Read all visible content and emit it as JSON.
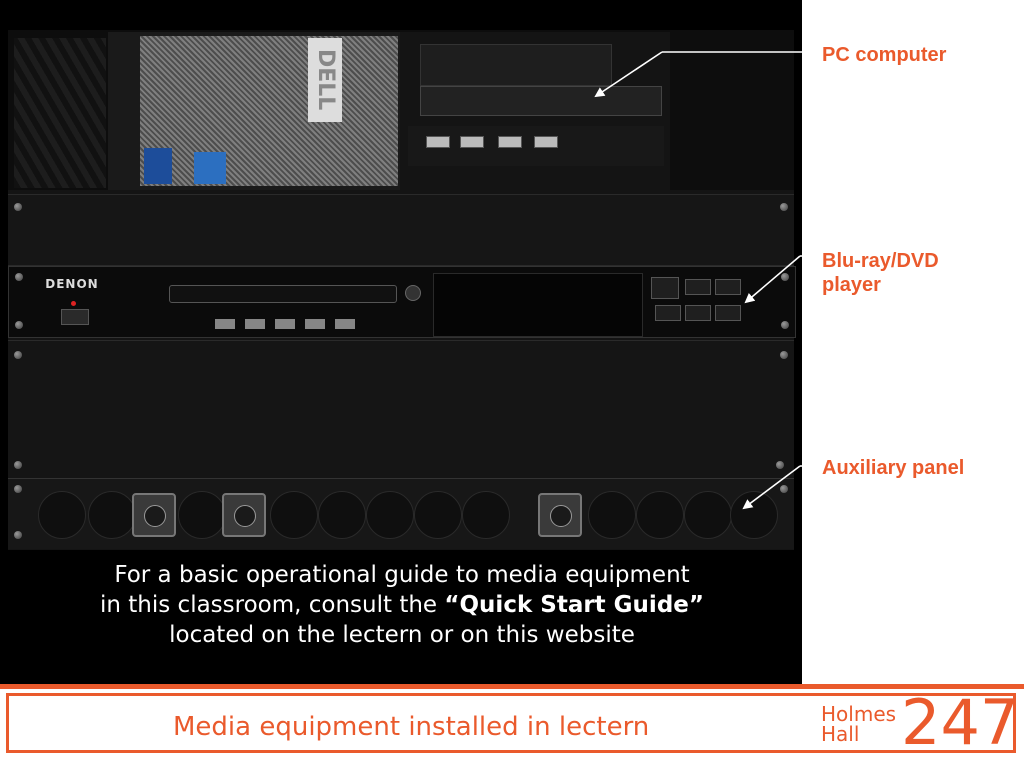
{
  "callouts": {
    "pc": "PC computer",
    "bluray_line1": "Blu-ray/DVD",
    "bluray_line2": "player",
    "aux": "Auxiliary panel"
  },
  "guide": {
    "line1": "For a basic operational guide to media equipment",
    "line2_pre": "in this classroom, consult the ",
    "line2_bold": "“Quick Start Guide”",
    "line3": "located on the lectern or on this website"
  },
  "footer": {
    "caption": "Media equipment installed in lectern",
    "building_line1": "Holmes",
    "building_line2": "Hall",
    "room_number": "247"
  },
  "device_labels": {
    "denon_brand": "DENON",
    "pc_brand": "DELL"
  },
  "colors": {
    "accent": "#ea5a2c",
    "photo_background": "#000000",
    "guide_text": "#ffffff"
  }
}
